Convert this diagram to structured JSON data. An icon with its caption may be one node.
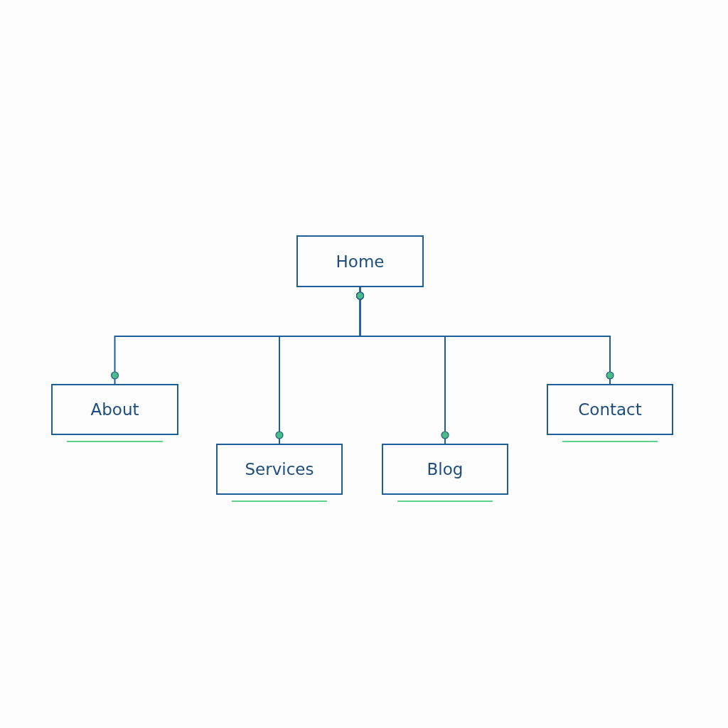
{
  "diagram": {
    "nodes": [
      {
        "text": [
          "Home"
        ]
      },
      {
        "text": [
          "About"
        ]
      },
      {
        "text": [
          "Services"
        ]
      },
      {
        "text": [
          "Blog"
        ]
      },
      {
        "text": [
          "Contact"
        ]
      }
    ],
    "edges": [
      {
        "from": 0,
        "to": 1,
        "arrow": "other"
      },
      {
        "from": 0,
        "to": 2,
        "arrow": "other"
      },
      {
        "from": 0,
        "to": 3,
        "arrow": "other"
      },
      {
        "from": 0,
        "to": 4,
        "arrow": "other"
      }
    ]
  }
}
